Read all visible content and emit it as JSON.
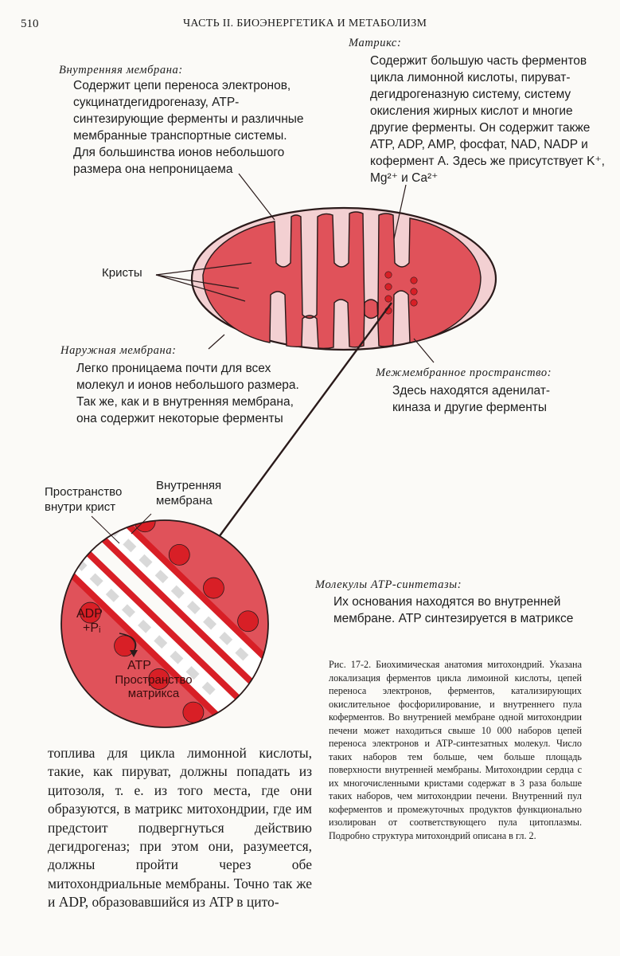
{
  "page": {
    "number": "510",
    "running_head": "ЧАСТЬ II. БИОЭНЕРГЕТИКА И МЕТАБОЛИЗМ"
  },
  "figure": {
    "matrix": {
      "heading": "Матрикс:",
      "text": "Содержит большую часть ферментов цикла лимонной кислоты, пируват-дегидрогеназную систему, систему окисления жирных кислот и многие другие ферменты. Он содержит также ATP, ADP, AMP, фосфат, NAD, NADP и кофермент A. Здесь же присутствует K⁺, Mg²⁺ и Ca²⁺"
    },
    "inner_membrane": {
      "heading": "Внутренняя мембрана:",
      "text": "Содержит цепи переноса электронов, сукцинатдегидрогеназу, ATP-синтезирующие ферменты и различные мембранные транспортные системы. Для большинства ионов небольшого размера она непроницаема"
    },
    "cristae_label": "Кристы",
    "outer_membrane": {
      "heading": "Наружная мембрана:",
      "text": "Легко проницаема почти для всех молекул и ионов небольшого размера. Так же, как и в внутренняя мембрана, она содержит некоторые ферменты"
    },
    "intermembrane": {
      "heading": "Межмембранное пространство:",
      "text": "Здесь находятся аденилат-киназа и другие ферменты"
    },
    "crista_space_label": "Пространство внутри крист",
    "inner_membrane_label": "Внутренняя мембрана",
    "adp_label": "ADP",
    "pi_label": "+Pᵢ",
    "atp_label": "ATP",
    "matrix_space_label": "Пространство матрикса",
    "atp_synthase": {
      "heading": "Молекулы ATP-синтетазы:",
      "text": "Их основания находятся во внутренней мембране. ATP синтезируется в матриксе"
    },
    "colors": {
      "tissue_red": "#e0525a",
      "deep_red": "#d81f26",
      "outline": "#2a1a1a"
    }
  },
  "caption": "Рис. 17-2. Биохимическая анатомия митохондрий. Указана локализация ферментов цикла лимоиной кислоты, цепей переноса электронов, ферментов, катализирующих окислительное фосфорилирование, и внутреннего пула коферментов. Во внутренией мембране одной митохондрии печени может находиться свыше 10 000 наборов цепей переноса электронов и ATP-синтезатных молекул. Число таких наборов тем больше, чем больше площадь поверхности внутренней мембраны. Митохондрии сердца с их многочисленными кристами содержат в 3 раза больше таких наборов, чем митохондрии печени. Внутренний пул коферментов и промежуточных продуктов функционально изолирован от соответствующего пула цитоплазмы. Подробно структура митохондрий описана в гл. 2.",
  "body_text": "топлива для цикла лимонной кислоты, такие, как пируват, должны попадать из цитозоля, т. е. из того места, где они образуются, в матрикс митохондрии, где им предстоит подвергнуться действию дегидрогеназ; при этом они, разумеется, должны пройти через обе митохондриальные мембраны. Точно так же и ADP, образовавшийся из ATP в цито-"
}
